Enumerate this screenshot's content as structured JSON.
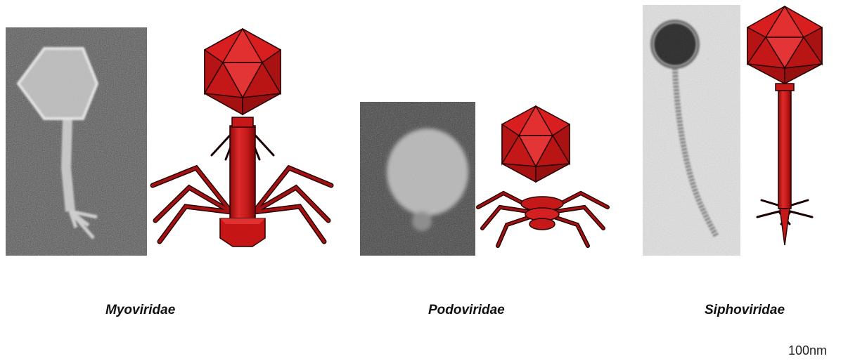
{
  "figure": {
    "families": [
      {
        "name": "Myoviridae",
        "morphology": "contractile-tail"
      },
      {
        "name": "Podoviridae",
        "morphology": "short-tail"
      },
      {
        "name": "Siphoviridae",
        "morphology": "long-non-contractile-tail"
      }
    ],
    "scale_bar_label": "100nm",
    "colors": {
      "capsid": "#d91c1c",
      "capsid_dark": "#a30f0f",
      "outline": "#2a0000",
      "leg": "#6b1010"
    }
  }
}
